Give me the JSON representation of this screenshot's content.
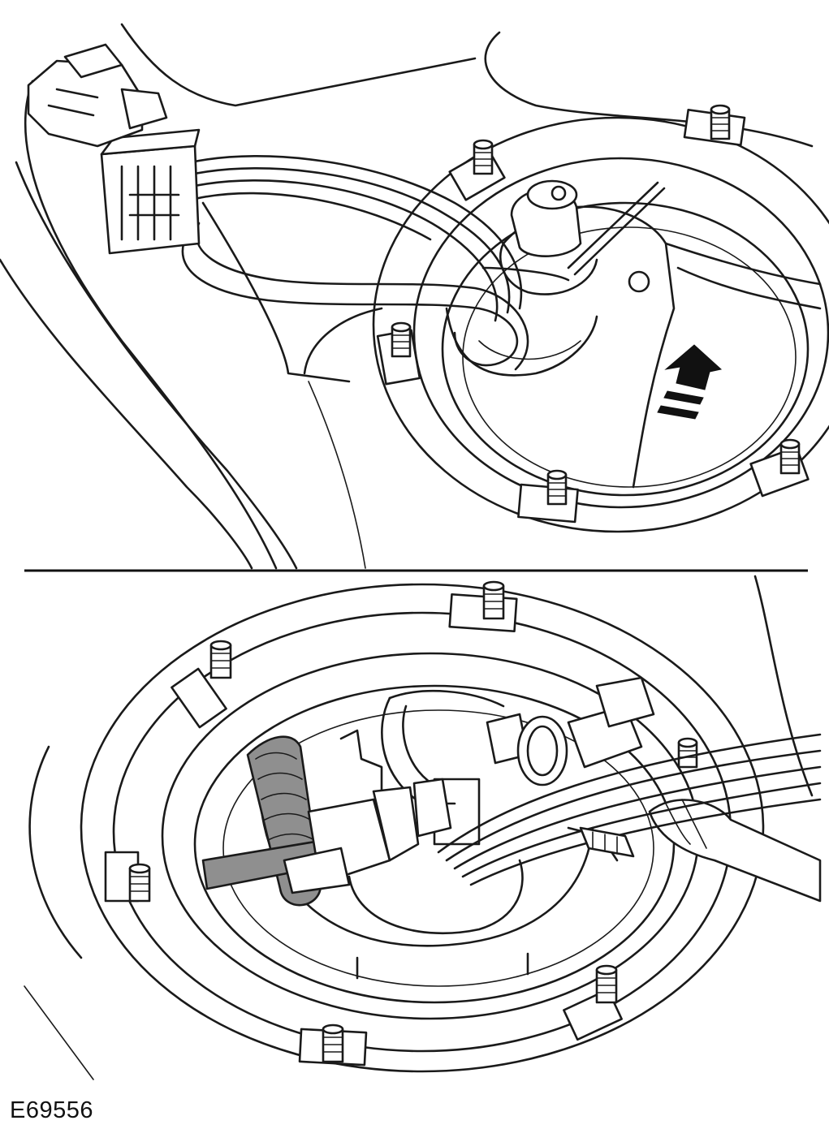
{
  "figure": {
    "reference_code": "E69556",
    "line_color": "#1a1a1a",
    "hose_fill_color": "#8f8f8f",
    "panels": [
      {
        "name": "top-panel",
        "arrow": "direction-up-arrow"
      },
      {
        "name": "bottom-panel"
      }
    ]
  }
}
